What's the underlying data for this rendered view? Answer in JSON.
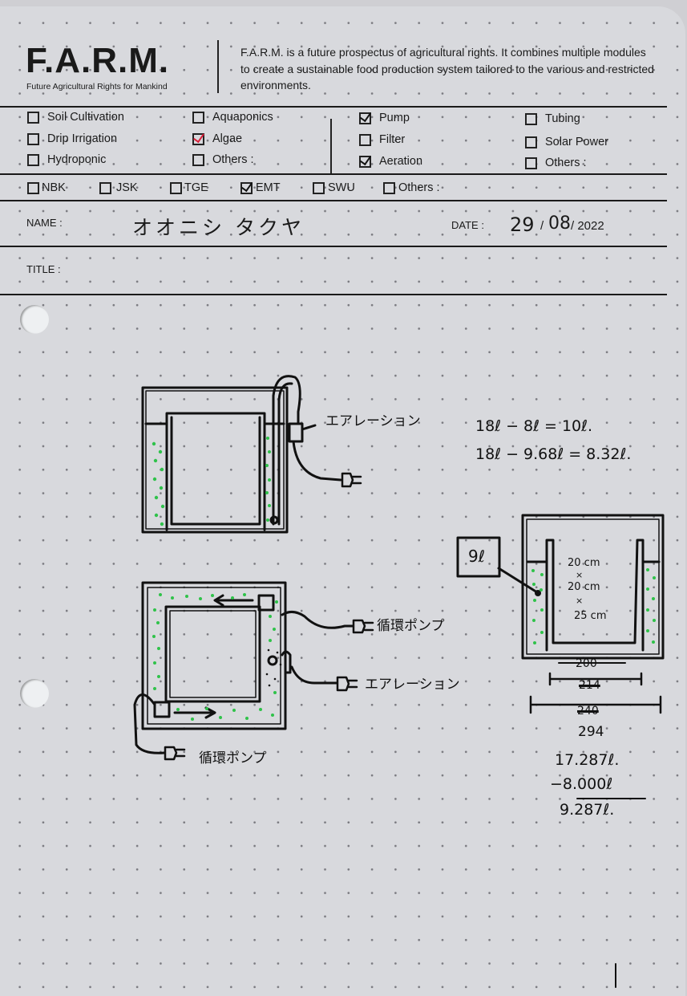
{
  "header": {
    "logo": "F.A.R.M.",
    "logo_subtitle": "Future Agricultural Rights for Mankind",
    "description": "F.A.R.M. is a future prospectus of agricultural rights. It combines multiple modules to create a sustainable food production system tailored to the various and restricted environments."
  },
  "modules_left": [
    {
      "label": "Soil Cultivation",
      "checked": false
    },
    {
      "label": "Drip Irrigation",
      "checked": false
    },
    {
      "label": "Hydroponic",
      "checked": false
    },
    {
      "label": "Aquaponics",
      "checked": false
    },
    {
      "label": "Algae",
      "checked": true,
      "mark_color": "#d8203a"
    },
    {
      "label": "Others :",
      "checked": false
    }
  ],
  "modules_right": [
    {
      "label": "Pump",
      "checked": true
    },
    {
      "label": "Filter",
      "checked": false
    },
    {
      "label": "Aeration",
      "checked": true
    },
    {
      "label": "Tubing",
      "checked": false
    },
    {
      "label": "Solar Power",
      "checked": false
    },
    {
      "label": "Others :",
      "checked": false
    }
  ],
  "groups": [
    {
      "label": "NBK",
      "checked": false
    },
    {
      "label": "JSK",
      "checked": false
    },
    {
      "label": "TGE",
      "checked": false
    },
    {
      "label": "EMT",
      "checked": true
    },
    {
      "label": "SWU",
      "checked": false
    },
    {
      "label": "Others :",
      "checked": false
    }
  ],
  "fields": {
    "name_label": "NAME :",
    "name_value": "オオニシ タクヤ",
    "date_label": "DATE :",
    "date_day": "29",
    "date_sep": "/",
    "date_month": "08",
    "date_year": "/ 2022",
    "title_label": "TITLE :",
    "title_value": ""
  },
  "sketch": {
    "diagram1_label": "エアレーション",
    "diagram2_label_pump_top": "循環ポンプ",
    "diagram2_label_aeration": "エアレーション",
    "diagram2_label_pump_bottom": "循環ポンプ",
    "diagram3_callout": "9ℓ",
    "diagram3_dims": [
      "20 cm",
      "×",
      "20 cm",
      "×",
      "25 cm"
    ],
    "dim_inner": "200",
    "dim_inner_struck": "214",
    "dim_outer_struck": "240",
    "dim_outer": "294"
  },
  "calculations": {
    "line1": "18ℓ − 8ℓ = 10ℓ.",
    "line2": "18ℓ − 9.68ℓ = 8.32ℓ.",
    "sum_a": "17.287ℓ.",
    "sum_b": "−8.000ℓ",
    "sum_result": "9.287ℓ."
  },
  "colors": {
    "paper": "#d8d9dd",
    "ink": "#111111",
    "algae_green": "#2fc24a",
    "red_check": "#d8203a"
  }
}
